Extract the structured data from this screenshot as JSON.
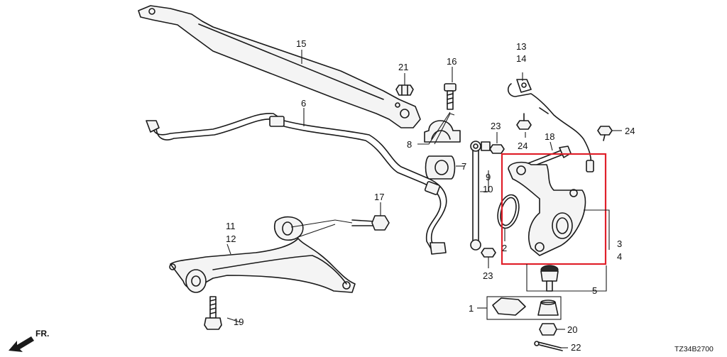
{
  "diagram": {
    "callouts": {
      "c1": "1",
      "c2": "2",
      "c3": "3",
      "c4": "4",
      "c5": "5",
      "c6": "6",
      "c7": "7",
      "c8": "8",
      "c9": "9",
      "c10": "10",
      "c11": "11",
      "c12": "12",
      "c13": "13",
      "c14": "14",
      "c15": "15",
      "c16": "16",
      "c17": "17",
      "c18": "18",
      "c19": "19",
      "c20": "20",
      "c21": "21",
      "c22": "22",
      "c23a": "23",
      "c23b": "23",
      "c24a": "24",
      "c24b": "24"
    },
    "front_label": "FR.",
    "drawing_code": "TZ34B2700",
    "highlight_color": "#e0202a"
  }
}
